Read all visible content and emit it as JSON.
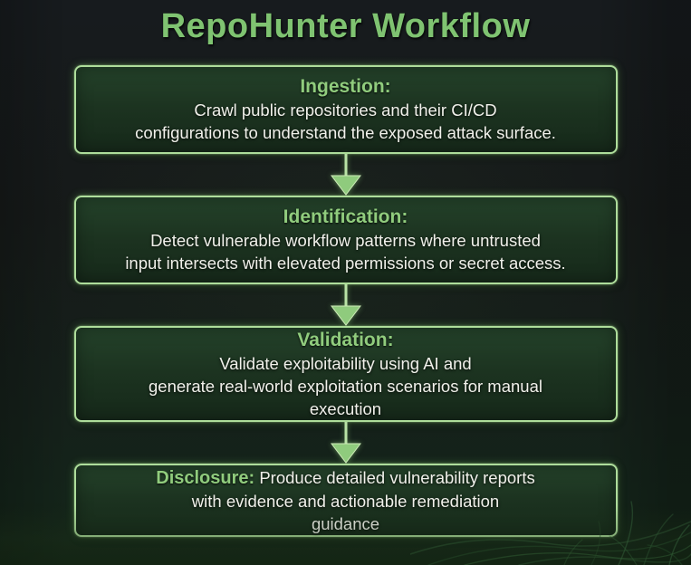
{
  "title": "RepoHunter Workflow",
  "colors": {
    "background": "#15191a",
    "title_green": "#7fc371",
    "heading_green": "#90cc7d",
    "body_text": "#f0f0ea",
    "box_border": "#aedd9b",
    "box_fill_top": "#24422a",
    "box_fill_bottom": "#16291a",
    "arrow_shaft": "#b9e3a6",
    "arrow_head": "#8fcb7d"
  },
  "icons": {
    "flow_connector": "arrow-down-icon"
  },
  "steps": [
    {
      "heading": "Ingestion:",
      "lines": [
        "Crawl public repositories and their CI/CD",
        "configurations to understand the exposed attack surface."
      ]
    },
    {
      "heading": "Identification:",
      "lines": [
        "Detect vulnerable workflow patterns where untrusted",
        "input intersects with elevated permissions or secret access."
      ]
    },
    {
      "heading": "Validation:",
      "lines": [
        "Validate exploitability using AI and",
        "generate real-world exploitation scenarios for manual",
        "execution"
      ]
    },
    {
      "heading": "Disclosure:",
      "heading_rest": " Produce detailed vulnerability reports",
      "lines": [
        "with evidence and actionable remediation",
        "guidance"
      ]
    }
  ]
}
